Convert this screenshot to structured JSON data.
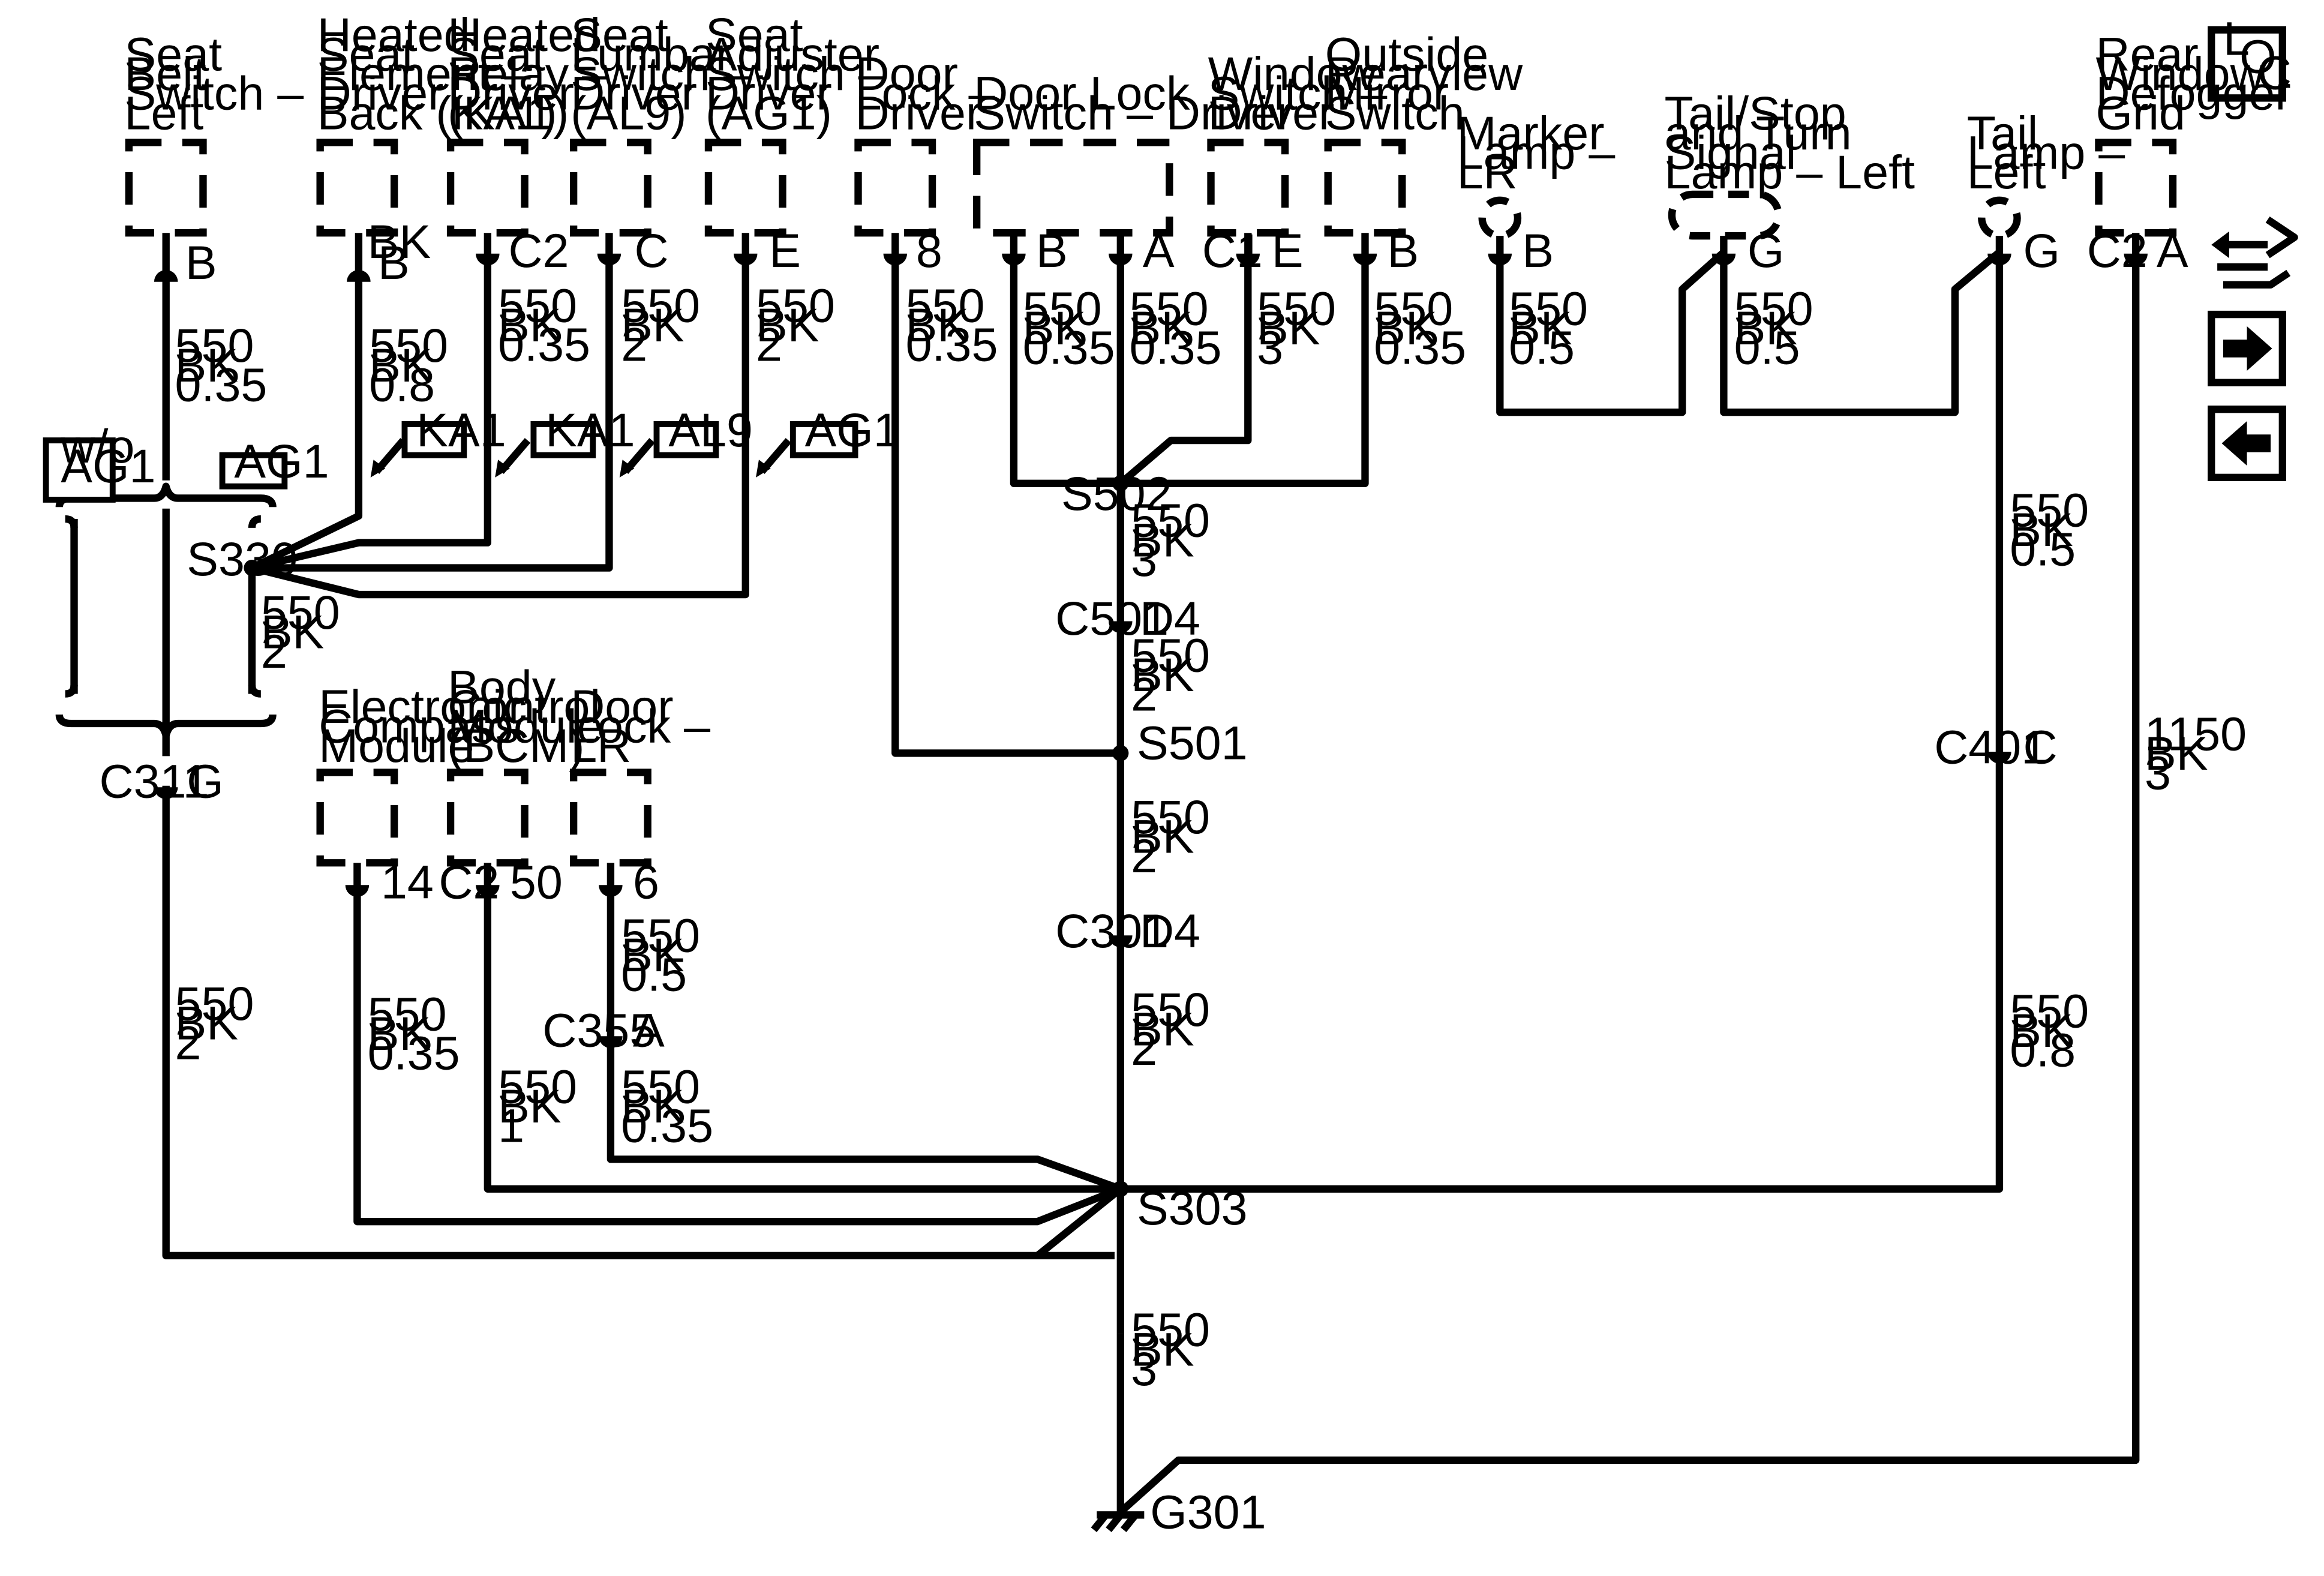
{
  "components": {
    "seat_belt_switch_left": [
      "Seat",
      "Belt",
      "Switch –",
      "Left"
    ],
    "heated_seat_element": [
      "Heated",
      "Seat",
      "Element –",
      "Driver",
      "Back (KA1)"
    ],
    "heated_seat_relay": [
      "Heated",
      "Seat",
      "Relay –",
      "Driver",
      "(KA1)"
    ],
    "seat_lumbar_switch": [
      "Seat",
      "Lumbar",
      "Switch –",
      "Driver",
      "(AL9)"
    ],
    "seat_adjuster_switch": [
      "Seat",
      "Adjuster",
      "Switch –",
      "Driver",
      "(AG1)"
    ],
    "door_lock_driver": [
      "Door",
      "Lock –",
      "Driver"
    ],
    "door_lock_switch_driver": [
      "Door Lock",
      "Switch – Driver"
    ],
    "window_switch_driver": [
      "Window",
      "Switch –",
      "Driver"
    ],
    "outside_mirror_switch": [
      "Outside",
      "Rearview",
      "Mirror",
      "Switch"
    ],
    "marker_lamp_lr": [
      "Marker",
      "Lamp –",
      "LR"
    ],
    "tail_stop_turn_lamp_left": [
      "Tail/Stop",
      "and Turn",
      "Signal",
      "Lamp – Left"
    ],
    "tail_lamp_left": [
      "Tail",
      "Lamp –",
      "Left"
    ],
    "rear_window_defogger": [
      "Rear",
      "Window",
      "Defogger",
      "Grid"
    ],
    "electronic_compass_module": [
      "Electronic",
      "Compass",
      "Module"
    ],
    "body_control_module": [
      "Body",
      "Control",
      "Module",
      "(BCM)"
    ],
    "door_lock_lr": [
      "Door",
      "Lock –",
      "LR"
    ]
  },
  "pins": {
    "seat_belt": "B",
    "heated_element_bk": "BK",
    "heated_element": "B",
    "relay_conn": "C2",
    "lumbar": "C",
    "adjuster": "E",
    "door_lock_driver": "8",
    "dls_b": "B",
    "dls_a": "A",
    "window_conn": "C1",
    "window": "E",
    "mirror": "B",
    "marker": "B",
    "tailstop": "G",
    "tail_lamp": "G",
    "defog_conn": "C2",
    "defog": "A",
    "compass": "14",
    "bcm_conn": "C2",
    "bcm": "50",
    "door_lock_lr": "6"
  },
  "wires": {
    "seat_belt": [
      "550",
      "BK",
      "0.35"
    ],
    "heated_element": [
      "550",
      "BK",
      "0.8"
    ],
    "relay": [
      "550",
      "BK",
      "0.35"
    ],
    "lumbar": [
      "550",
      "BK",
      "2"
    ],
    "adjuster": [
      "550",
      "BK",
      "2"
    ],
    "door_lock_driver": [
      "550",
      "BK",
      "0.35"
    ],
    "dls_b": [
      "550",
      "BK",
      "0.35"
    ],
    "dls_a": [
      "550",
      "BK",
      "0.35"
    ],
    "window": [
      "550",
      "BK",
      "3"
    ],
    "mirror": [
      "550",
      "BK",
      "0.35"
    ],
    "marker": [
      "550",
      "BK",
      "0.5"
    ],
    "tailstop": [
      "550",
      "BK",
      "0.5"
    ],
    "tail_lamp_upper": [
      "550",
      "BK",
      "0.5"
    ],
    "tail_lamp_lower": [
      "550",
      "BK",
      "0.8"
    ],
    "defog": [
      "1150",
      "BK",
      "3"
    ],
    "s330_out": [
      "550",
      "BK",
      "2"
    ],
    "c311_down": [
      "550",
      "BK",
      "2"
    ],
    "compass": [
      "550",
      "BK",
      "0.35"
    ],
    "bcm": [
      "550",
      "BK",
      "1"
    ],
    "door_lock_lr_upper": [
      "550",
      "BK",
      "0.5"
    ],
    "door_lock_lr_lower": [
      "550",
      "BK",
      "0.35"
    ],
    "s502_down": [
      "550",
      "BK",
      "3"
    ],
    "c501_down": [
      "550",
      "BK",
      "2"
    ],
    "s501_down": [
      "550",
      "BK",
      "2"
    ],
    "c301_down": [
      "550",
      "BK",
      "2"
    ],
    "s303_down": [
      "550",
      "BK",
      "3"
    ]
  },
  "splices": {
    "s330": "S330",
    "s502": "S502",
    "s501": "S501",
    "s303": "S303"
  },
  "connectors": {
    "c311": "C311",
    "c311_pin": "G",
    "c501": "C501",
    "c501_pin": "D4",
    "c301": "C301",
    "c301_pin": "D4",
    "c355": "C355",
    "c355_pin": "A",
    "c401": "C401",
    "c401_pin": "C"
  },
  "ground": "G301",
  "options": {
    "wo_ag1": [
      "w/o",
      "AG1"
    ],
    "ag1_bracket": "AG1",
    "ka1_a": "KA1",
    "ka1_b": "KA1",
    "al9": "AL9",
    "ag1_arrow": "AG1"
  },
  "nav": {
    "loc_l": "L",
    "loc_o": "O",
    "loc_c": "C"
  }
}
